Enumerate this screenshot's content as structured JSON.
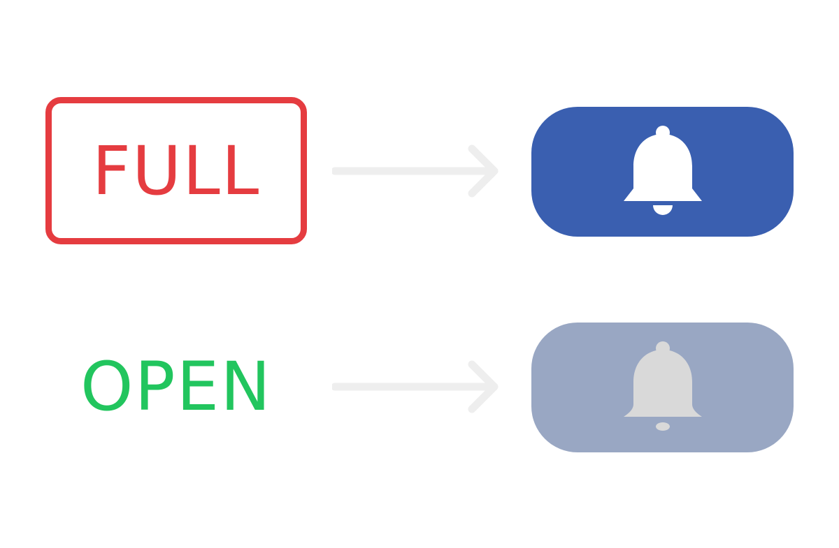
{
  "rows": [
    {
      "label": "FULL",
      "label_color": "#e53c40",
      "boxed": true,
      "arrow_color": "#eeeeee",
      "button": {
        "state": "active",
        "background": "#3a5fb0",
        "icon": "bell-icon",
        "icon_color": "#ffffff"
      }
    },
    {
      "label": "OPEN",
      "label_color": "#22c55e",
      "boxed": false,
      "arrow_color": "#eeeeee",
      "button": {
        "state": "disabled",
        "background": "#99a7c3",
        "icon": "bell-icon",
        "icon_color": "#d9d9d9"
      }
    }
  ]
}
